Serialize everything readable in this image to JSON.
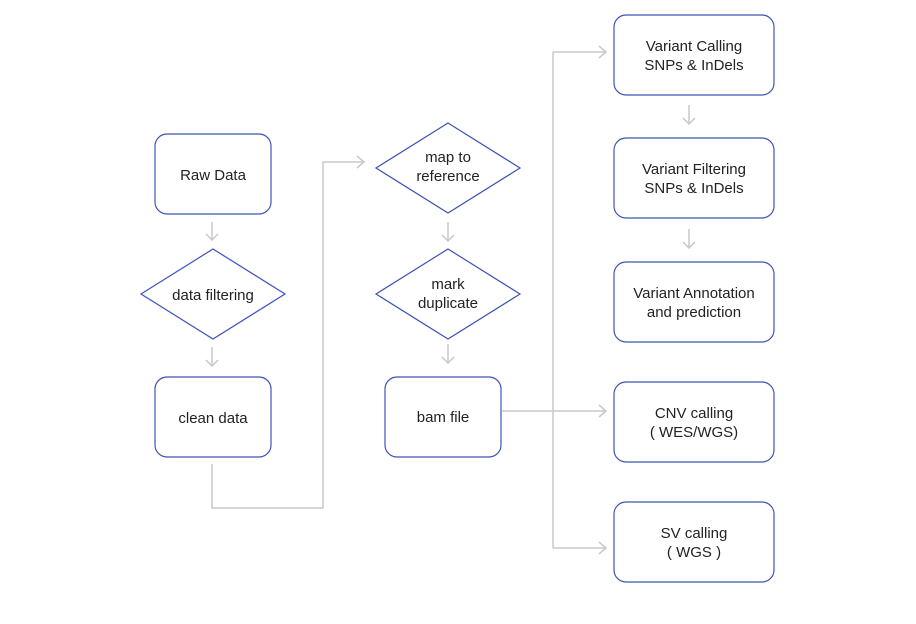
{
  "nodes": {
    "raw_data": {
      "lines": [
        "Raw Data"
      ]
    },
    "data_filtering": {
      "lines": [
        "data filtering"
      ]
    },
    "clean_data": {
      "lines": [
        "clean data"
      ]
    },
    "map_to_reference": {
      "lines": [
        "map to",
        "reference"
      ]
    },
    "mark_duplicate": {
      "lines": [
        "mark",
        "duplicate"
      ]
    },
    "bam_file": {
      "lines": [
        "bam file"
      ]
    },
    "variant_calling": {
      "lines": [
        "Variant Calling",
        "SNPs & InDels"
      ]
    },
    "variant_filtering": {
      "lines": [
        "Variant Filtering",
        "SNPs & InDels"
      ]
    },
    "variant_annotation": {
      "lines": [
        "Variant Annotation",
        "and prediction"
      ]
    },
    "cnv_calling": {
      "lines": [
        "CNV calling",
        "( WES/WGS)"
      ]
    },
    "sv_calling": {
      "lines": [
        "SV calling",
        "( WGS )"
      ]
    }
  },
  "colors": {
    "node_border": "#3f53b8",
    "connector": "#c8c8c8",
    "text": "#222222"
  }
}
